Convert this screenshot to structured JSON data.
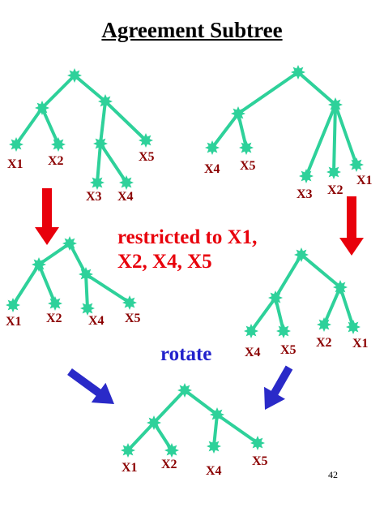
{
  "title": "Agreement Subtree",
  "slide_number": "42",
  "captions": {
    "restrict_line1": "restricted to X1,",
    "restrict_line2": "X2, X4, X5",
    "rotate": "rotate"
  },
  "colors": {
    "edge": "#2ed19a",
    "node": "#2ed19a",
    "label": "#8b0000",
    "red_arrow": "#e8000b",
    "blue_arrow": "#2a2ac8"
  },
  "trees": [
    {
      "id": "tree-top-left",
      "nodes": [
        "root",
        "a",
        "b",
        "x1",
        "x2",
        "c",
        "x5",
        "x3",
        "x4"
      ],
      "leaves": [
        "X1",
        "X2",
        "X3",
        "X4",
        "X5"
      ]
    },
    {
      "id": "tree-top-right",
      "nodes": [
        "root",
        "a",
        "b",
        "x4",
        "x5",
        "x3",
        "x2",
        "x1"
      ],
      "leaves": [
        "X4",
        "X5",
        "X3",
        "X2",
        "X1"
      ]
    },
    {
      "id": "tree-mid-left",
      "nodes": [
        "root",
        "a",
        "b",
        "x1",
        "x2",
        "x4",
        "x5"
      ],
      "leaves": [
        "X1",
        "X2",
        "X4",
        "X5"
      ]
    },
    {
      "id": "tree-mid-right",
      "nodes": [
        "root",
        "a",
        "b",
        "x4",
        "x5",
        "x2",
        "x1"
      ],
      "leaves": [
        "X4",
        "X5",
        "X2",
        "X1"
      ]
    },
    {
      "id": "tree-bottom",
      "nodes": [
        "root",
        "a",
        "b",
        "x1",
        "x2",
        "x4",
        "x5"
      ],
      "leaves": [
        "X1",
        "X2",
        "X4",
        "X5"
      ]
    }
  ]
}
